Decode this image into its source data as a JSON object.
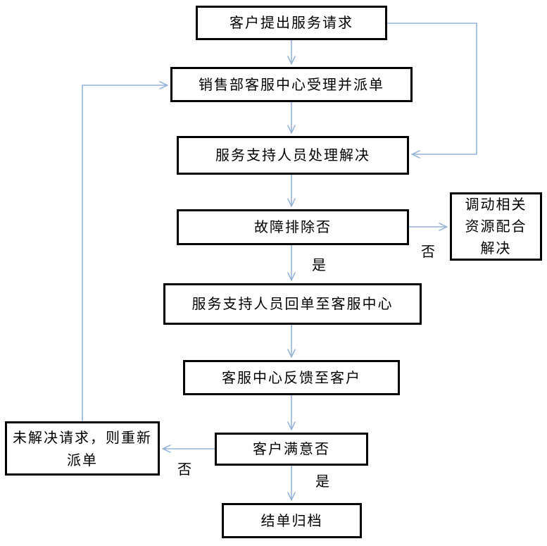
{
  "colors": {
    "background": "#ffffff",
    "node_border": "#000000",
    "node_fill": "#ffffff",
    "connector": "#95B3D7",
    "text": "#000000"
  },
  "flowchart": {
    "nodes": {
      "request": {
        "label": "客户提出服务请求"
      },
      "dispatch": {
        "label": "销售部客服中心受理并派单"
      },
      "handle": {
        "label": "服务支持人员处理解决"
      },
      "fault_check": {
        "label": "故障排除否"
      },
      "resources": {
        "line1": "调动相关",
        "line2": "资源配合",
        "line3": "解决"
      },
      "return_order": {
        "label": "服务支持人员回单至客服中心"
      },
      "feedback": {
        "label": "客服中心反馈至客户"
      },
      "satisfy_check": {
        "label": "客户满意否"
      },
      "redispatch": {
        "line1": "未解决请求，则重新",
        "line2": "派单"
      },
      "archive": {
        "label": "结单归档"
      }
    },
    "edge_labels": {
      "fault_yes": "是",
      "fault_no": "否",
      "satisfy_no": "否",
      "satisfy_yes": "是"
    }
  }
}
